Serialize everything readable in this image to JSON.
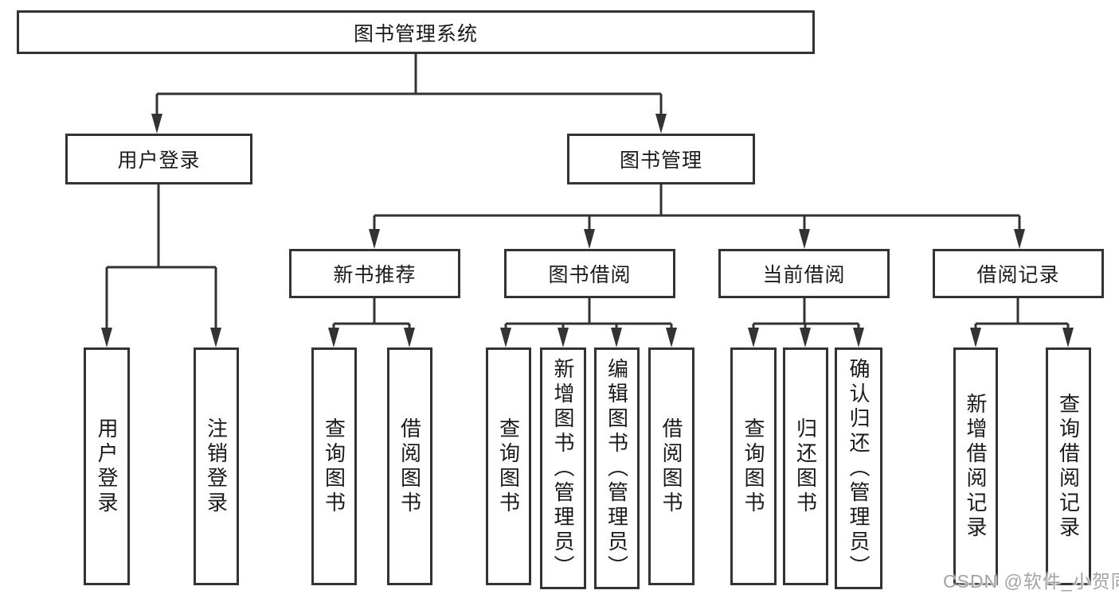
{
  "tree": {
    "root_label": "图书管理系统",
    "user_login": {
      "label": "用户登录",
      "children": [
        "用户登录",
        "注销登录"
      ]
    },
    "book_mgmt": {
      "label": "图书管理",
      "sections": [
        {
          "label": "新书推荐",
          "children": [
            "查询图书",
            "借阅图书"
          ]
        },
        {
          "label": "图书借阅",
          "children": [
            "查询图书",
            "新增图书（管理员）",
            "编辑图书（管理员）",
            "借阅图书"
          ]
        },
        {
          "label": "当前借阅",
          "children": [
            "查询图书",
            "归还图书",
            "确认归还（管理员）"
          ]
        },
        {
          "label": "借阅记录",
          "children": [
            "新增借阅记录",
            "查询借阅记录"
          ]
        }
      ]
    }
  },
  "watermark": "CSDN @软件_小贺同学",
  "colors": {
    "line": "#333333",
    "box_border": "#333333",
    "text": "#1a1a1a",
    "watermark_text": "#a3a3a3",
    "background": "#ffffff"
  }
}
